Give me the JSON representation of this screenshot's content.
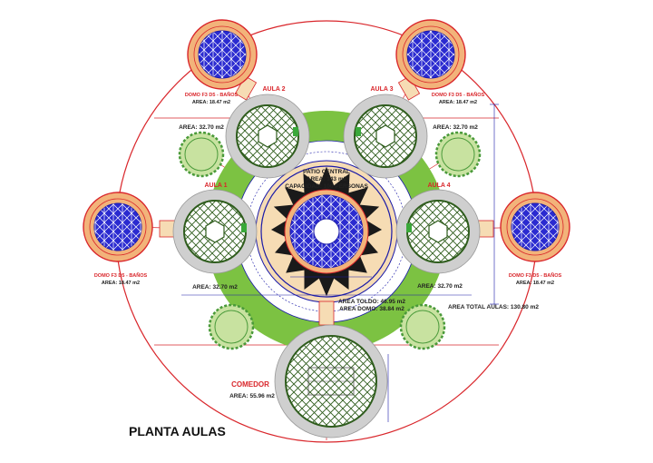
{
  "title": "PLANTA AULAS",
  "colors": {
    "ring_red": "#d9262b",
    "green_ring": "#7cc242",
    "dome_blue": "#1a1aa8",
    "dome_fill": "#2a2ad0",
    "orange": "#f2b37a",
    "tan": "#f6dcb4",
    "grey": "#cfcfcf",
    "frame": "#2f5d1d",
    "tree": "#4a9a3a",
    "tree_fill": "#c8e2a0",
    "dark": "#222222"
  },
  "domes": {
    "tl": {
      "name": "DOMO F3 D5 - BAÑOS",
      "area": "AREA: 18.47 m2"
    },
    "tr": {
      "name": "DOMO F3 D5 - BAÑOS",
      "area": "AREA: 18.47 m2"
    },
    "ml": {
      "name": "DOMO F3 D5 - BAÑOS",
      "area": "AREA: 18.47 m2"
    },
    "mr": {
      "name": "DOMO F3 D5 - BAÑOS",
      "area": "AREA: 18.47 m2"
    }
  },
  "aulas": {
    "a2": {
      "name": "AULA 2",
      "area": "AREA: 32.70 m2"
    },
    "a3": {
      "name": "AULA 3",
      "area": "AREA: 32.70 m2"
    },
    "a1": {
      "name": "AULA 1",
      "area": "AREA: 32.70 m2"
    },
    "a4": {
      "name": "AULA 4",
      "area": "AREA: 32.70 m2"
    }
  },
  "patio": {
    "name": "PATIO CENTRAL",
    "area": "AREA: 143 m2",
    "capacity": "CAPACIDAD: 100 PERSONAS"
  },
  "toldo": {
    "toldo_area": "AREA TOLDO: 46.95 m2",
    "domo_area": "AREA DOMO: 38.84 m2"
  },
  "total": "AREA TOTAL AULAS: 130.80 m2",
  "comedor": {
    "name": "COMEDOR",
    "area": "AREA: 55.96 m2"
  }
}
